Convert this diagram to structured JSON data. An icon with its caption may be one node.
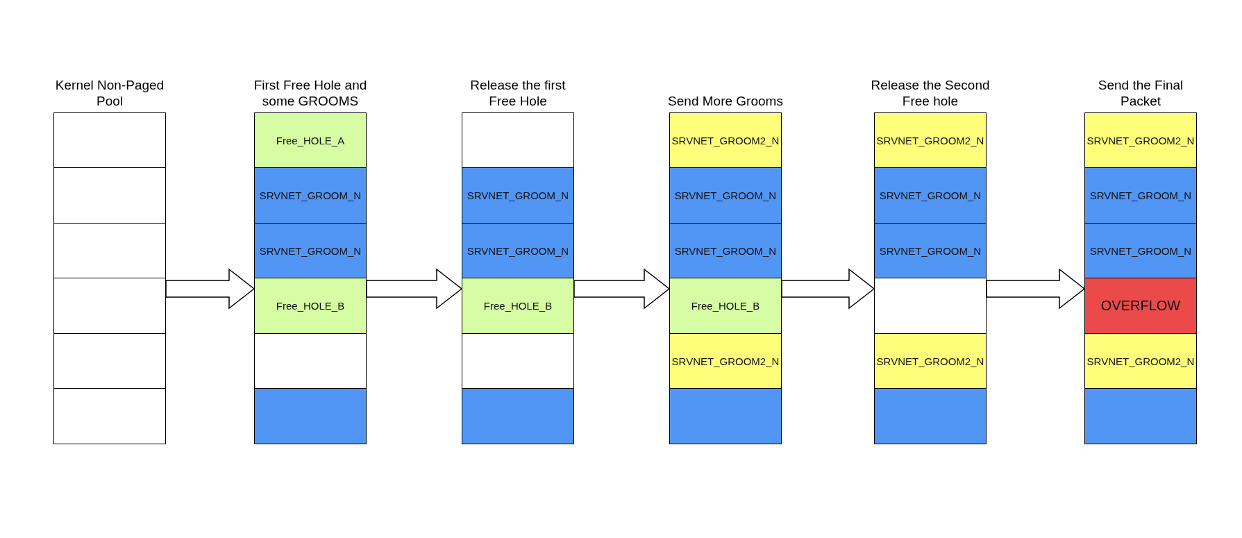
{
  "diagram": {
    "nodes": [
      {
        "text": [
          "Kernel Non-Paged Pool"
        ]
      },
      {
        "text": [],
        "shape": "box",
        "in": 0
      },
      {
        "text": [],
        "shape": "box",
        "in": 0
      },
      {
        "text": [],
        "shape": "box",
        "in": 0
      },
      {
        "text": [],
        "shape": "box",
        "in": 0
      },
      {
        "text": [],
        "shape": "box",
        "in": 0
      },
      {
        "text": [],
        "shape": "box",
        "in": 0
      },
      {
        "text": [
          "First Free Hole and some GROOMS"
        ]
      },
      {
        "text": [
          "Free_HOLE_A"
        ],
        "in": 7
      },
      {
        "text": [
          "SRVNET_GROOM_N"
        ],
        "in": 7
      },
      {
        "text": [
          "SRVNET_GROOM_N"
        ],
        "in": 7
      },
      {
        "text": [
          "Free_HOLE_B"
        ],
        "in": 7
      },
      {
        "text": [],
        "shape": "box",
        "in": 7
      },
      {
        "text": [],
        "shape": "box",
        "in": 7
      },
      {
        "text": [
          "Release the first Free Hole"
        ]
      },
      {
        "text": [],
        "shape": "box",
        "in": 14
      },
      {
        "text": [
          "SRVNET_GROOM_N"
        ],
        "in": 14
      },
      {
        "text": [
          "SRVNET_GROOM_N"
        ],
        "in": 14
      },
      {
        "text": [
          "Free_HOLE_B"
        ],
        "in": 14
      },
      {
        "text": [],
        "shape": "box",
        "in": 14
      },
      {
        "text": [],
        "shape": "box",
        "in": 14
      },
      {
        "text": [
          "Send More Grooms"
        ]
      },
      {
        "text": [
          "SRVNET_GROOM2_N"
        ],
        "in": 21
      },
      {
        "text": [
          "SRVNET_GROOM_N"
        ],
        "in": 21
      },
      {
        "text": [
          "SRVNET_GROOM_N"
        ],
        "in": 21
      },
      {
        "text": [
          "Free_HOLE_B"
        ],
        "in": 21
      },
      {
        "text": [
          "SRVNET_GROOM2_N"
        ],
        "in": 21
      },
      {
        "text": [],
        "shape": "box",
        "in": 21
      },
      {
        "text": [
          "Release the Second Free hole"
        ]
      },
      {
        "text": [
          "SRVNET_GROOM2_N"
        ],
        "in": 28
      },
      {
        "text": [
          "SRVNET_GROOM_N"
        ],
        "in": 28
      },
      {
        "text": [
          "SRVNET_GROOM_N"
        ],
        "in": 28
      },
      {
        "text": [],
        "shape": "box",
        "in": 28
      },
      {
        "text": [
          "SRVNET_GROOM2_N"
        ],
        "in": 28
      },
      {
        "text": [],
        "shape": "box",
        "in": 28
      },
      {
        "text": [
          "Send the Final Packet"
        ]
      },
      {
        "text": [
          "SRVNET_GROOM2_N"
        ],
        "in": 35
      },
      {
        "text": [
          "SRVNET_GROOM_N"
        ],
        "in": 35
      },
      {
        "text": [
          "SRVNET_GROOM_N"
        ],
        "in": 35
      },
      {
        "text": [
          "OVERFLOW"
        ],
        "in": 35
      },
      {
        "text": [
          "SRVNET_GROOM2_N"
        ],
        "in": 35
      },
      {
        "text": [],
        "shape": "box",
        "in": 35
      }
    ],
    "edges": [
      {
        "from": 0,
        "to": 7,
        "arrow": "to"
      },
      {
        "from": 7,
        "to": 14,
        "arrow": "to"
      },
      {
        "from": 14,
        "to": 21,
        "arrow": "to"
      },
      {
        "from": 21,
        "to": 28,
        "arrow": "to"
      },
      {
        "from": 28,
        "to": 35,
        "arrow": "to"
      }
    ]
  }
}
